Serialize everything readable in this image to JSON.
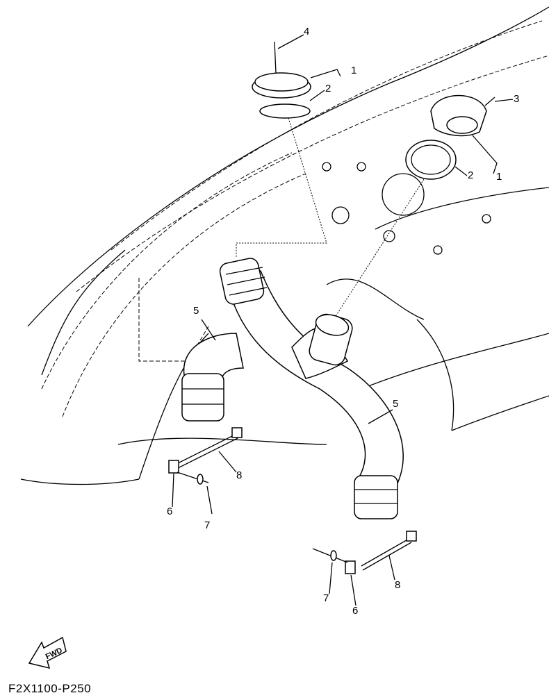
{
  "diagram": {
    "callouts": [
      {
        "id": "c4",
        "label": "4"
      },
      {
        "id": "c1a",
        "label": "1"
      },
      {
        "id": "c2a",
        "label": "2"
      },
      {
        "id": "c3",
        "label": "3"
      },
      {
        "id": "c2b",
        "label": "2"
      },
      {
        "id": "c1b",
        "label": "1"
      },
      {
        "id": "c5a",
        "label": "5"
      },
      {
        "id": "c5b",
        "label": "5"
      },
      {
        "id": "c8a",
        "label": "8"
      },
      {
        "id": "c6a",
        "label": "6"
      },
      {
        "id": "c7a",
        "label": "7"
      },
      {
        "id": "c8b",
        "label": "8"
      },
      {
        "id": "c7b",
        "label": "7"
      },
      {
        "id": "c6b",
        "label": "6"
      }
    ],
    "direction_label": "FWD",
    "figure_code": "F2X1100-P250",
    "icons": [
      "fwd-arrow-icon"
    ]
  }
}
